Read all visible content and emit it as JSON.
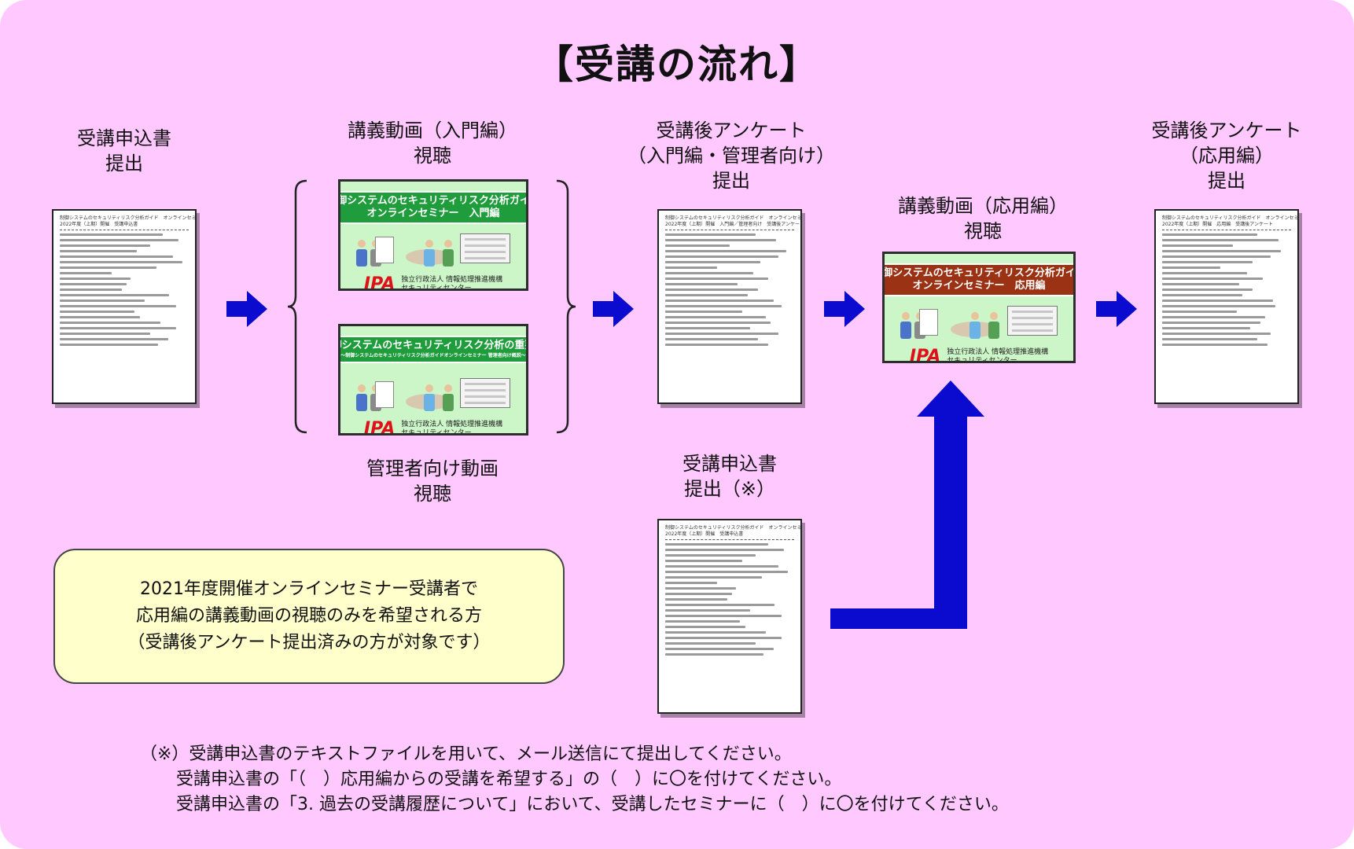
{
  "title": "【受講の流れ】",
  "steps": {
    "application": {
      "line1": "受講申込書",
      "line2": "提出"
    },
    "intro_video": {
      "line1": "講義動画（入門編）",
      "line2": "視聴"
    },
    "manager_video": {
      "line1": "管理者向け動画",
      "line2": "視聴"
    },
    "survey_intro": {
      "line1": "受講後アンケート",
      "line2": "（入門編・管理者向け）",
      "line3": "提出"
    },
    "applied_video": {
      "line1": "講義動画（応用編）",
      "line2": "視聴"
    },
    "survey_applied": {
      "line1": "受講後アンケート",
      "line2": "（応用編）",
      "line3": "提出"
    },
    "application_alt": {
      "line1": "受講申込書",
      "line2": "提出（※）"
    }
  },
  "videos": {
    "intro": {
      "banner_line1": "制御システムのセキュリティリスク分析ガイド",
      "banner_line2": "オンラインセミナー　入門編"
    },
    "manager": {
      "banner_line1": "制御システムのセキュリティリスク分析の重要性",
      "banner_line2": "～制御システムのセキュリティリスク分析ガイドオンラインセミナー 管理者向け概説～"
    },
    "applied": {
      "banner_line1": "制御システムのセキュリティリスク分析ガイド",
      "banner_line2": "オンラインセミナー　応用編"
    },
    "logo": "IPA",
    "org_line1": "独立行政法人 情報処理推進機構",
    "org_line2": "セキュリティセンター"
  },
  "documents": {
    "application_header": "制御システムのセキュリティリスク分析ガイド　オンラインセミナー",
    "application_sub": "2022年度（上期）開催　受講申込書",
    "survey_intro_header": "制御システムのセキュリティリスク分析ガイド　オンラインセミナー",
    "survey_intro_sub": "2022年度（上期）開催　入門編／管理者向け　受講後アンケート",
    "survey_applied_header": "制御システムのセキュリティリスク分析ガイド　オンラインセミナー",
    "survey_applied_sub": "2022年度（上期）開催　応用編　受講後アンケート"
  },
  "note_box": {
    "line1": "2021年度開催オンラインセミナー受講者で",
    "line2": "応用編の講義動画の視聴のみを希望される方",
    "line3": "（受講後アンケート提出済みの方が対象です）"
  },
  "footnote": {
    "line1": "（※）受講申込書のテキストファイルを用いて、メール送信にて提出してください。",
    "line2": "受講申込書の「（　）応用編からの受講を希望する」の（　）に〇を付けてください。",
    "line3": "受講申込書の「3. 過去の受講履歴について」において、受講したセミナーに（　）に〇を付けてください。"
  },
  "colors": {
    "background": "#ffc8ff",
    "arrow": "#0b0bd0",
    "video_bg": "#ccf5c8",
    "note_bg": "#ffffcc",
    "banner_green": "#1f9c3c",
    "banner_brown": "#9c3214"
  }
}
